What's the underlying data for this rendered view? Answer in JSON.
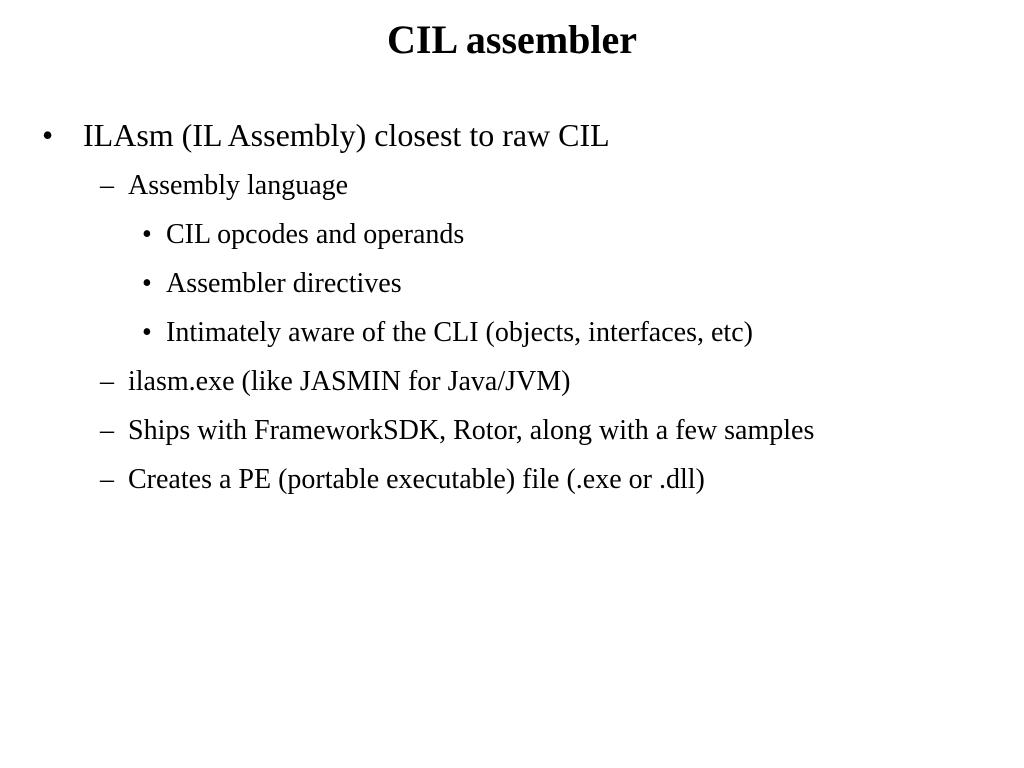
{
  "slide": {
    "title": "CIL assembler",
    "bullets": [
      {
        "level": 1,
        "marker": "•",
        "text": "ILAsm (IL Assembly) closest to raw CIL"
      },
      {
        "level": 2,
        "marker": "–",
        "text": "Assembly language"
      },
      {
        "level": 3,
        "marker": "•",
        "text": "CIL opcodes and operands"
      },
      {
        "level": 3,
        "marker": "•",
        "text": "Assembler directives"
      },
      {
        "level": 3,
        "marker": "•",
        "text": "Intimately aware of the CLI (objects, interfaces, etc)"
      },
      {
        "level": 2,
        "marker": "–",
        "text": "ilasm.exe (like JASMIN for Java/JVM)"
      },
      {
        "level": 2,
        "marker": "–",
        "text": "Ships with FrameworkSDK, Rotor, along with a few samples"
      },
      {
        "level": 2,
        "marker": "–",
        "text": "Creates a PE (portable executable) file (.exe or .dll)"
      }
    ]
  }
}
